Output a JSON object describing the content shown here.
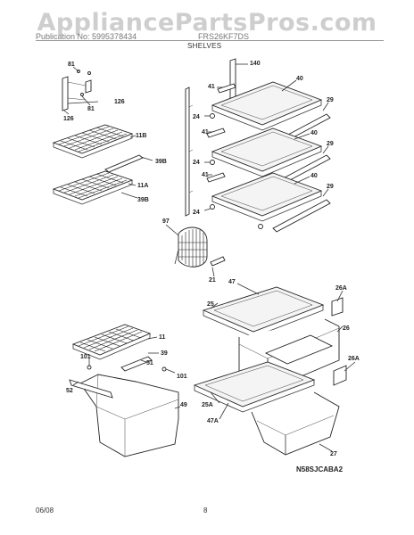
{
  "watermark": "AppliancePartsPros.com",
  "header": {
    "publication": "Publication No: 5995378434",
    "model": "FRS26KF7DS",
    "section_title": "SHELVES"
  },
  "footer": {
    "date": "06/08",
    "page": "8"
  },
  "figure_code": "N58SJCABA2",
  "callouts": {
    "c81a": "81",
    "c126a": "126",
    "c81b": "81",
    "c126b": "126",
    "c11b": "11B",
    "c39b": "39B",
    "c11a": "11A",
    "c39b2": "39B",
    "c140": "140",
    "c41a": "41",
    "c40a": "40",
    "c29a": "29",
    "c24a": "24",
    "c41b": "41",
    "c40b": "40",
    "c29b": "29",
    "c24b": "24",
    "c41c": "41",
    "c40c": "40",
    "c29c": "29",
    "c24c": "24",
    "c97": "97",
    "c21": "21",
    "c47": "47",
    "c26a": "26A",
    "c25": "25",
    "c26": "26",
    "c26a2": "26A",
    "c25a": "25A",
    "c47a": "47A",
    "c27": "27",
    "c11": "11",
    "c39": "39",
    "c101a": "101",
    "c51": "51",
    "c101b": "101",
    "c52": "52",
    "c49": "49"
  }
}
